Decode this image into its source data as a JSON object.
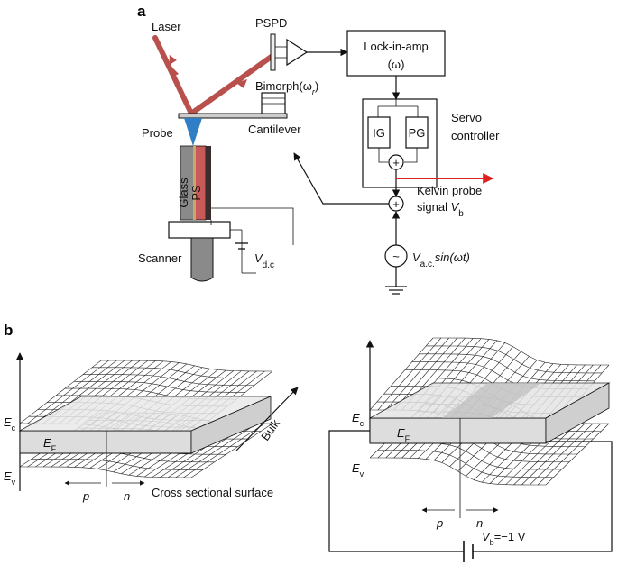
{
  "panel_a": {
    "label": "a",
    "laser": "Laser",
    "pspd": "PSPD",
    "lockin_line1": "Lock-in-amp",
    "lockin_line2": "(ω)",
    "bimorph": "Bimorph(ω",
    "bimorph_sub": "r",
    "bimorph_close": ")",
    "probe": "Probe",
    "cantilever": "Cantilever",
    "glass": "Glass",
    "ps": "PS",
    "ig": "IG",
    "pg": "PG",
    "servo_line1": "Servo",
    "servo_line2": "controller",
    "kelvin_line1": "Kelvin probe",
    "kelvin_line2": "signal ",
    "kelvin_var": "V",
    "kelvin_sub": "b",
    "scanner": "Scanner",
    "vdc": "V",
    "vdc_sub": "d.c",
    "vac": "V",
    "vac_sub": "a.c.",
    "vac_func": "sin(ωt)",
    "plus": "+",
    "ac_symbol": "~"
  },
  "panel_b": {
    "label": "b",
    "ec": "E",
    "ec_sub": "c",
    "ef": "E",
    "ef_sub": "F",
    "ev": "E",
    "ev_sub": "v",
    "p": "p",
    "n": "n",
    "cross_section": "Cross sectional surface",
    "bulk": "Bulk",
    "vb": "V",
    "vb_sub": "b",
    "vb_value": "=−1 V"
  },
  "colors": {
    "laser_beam": "#b8514d",
    "probe_tip": "#2f7fc6",
    "glass": "#8a8a8a",
    "ps_layer": "#c95a5a",
    "ps_dark": "#3a2f2f",
    "kelvin_arrow": "#e02020",
    "fermi_plane": "#dddddd"
  }
}
